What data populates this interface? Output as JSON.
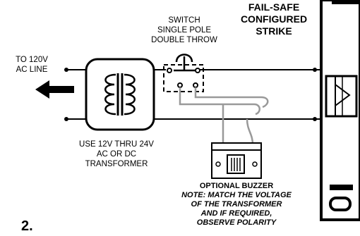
{
  "diagram": {
    "title": "FAIL-SAFE CONFIGURED STRIKE",
    "title_lines": [
      "FAIL-SAFE",
      "CONFIGURED",
      "STRIKE"
    ],
    "switch_lines": [
      "SWITCH",
      "SINGLE POLE",
      "DOUBLE THROW"
    ],
    "ac_line_lines": [
      "TO 120V",
      "AC LINE"
    ],
    "transformer_lines": [
      "USE 12V THRU 24V",
      "AC OR DC",
      "TRANSFORMER"
    ],
    "buzzer_label": "OPTIONAL BUZZER",
    "note_lines": [
      "NOTE: MATCH THE VOLTAGE",
      "OF THE TRANSFORMER",
      "AND IF REQUIRED,",
      "OBSERVE POLARITY"
    ],
    "step_number": "2.",
    "colors": {
      "wire": "#000000",
      "buzzer_wire": "#999999",
      "switch_dash": "#000000"
    }
  }
}
